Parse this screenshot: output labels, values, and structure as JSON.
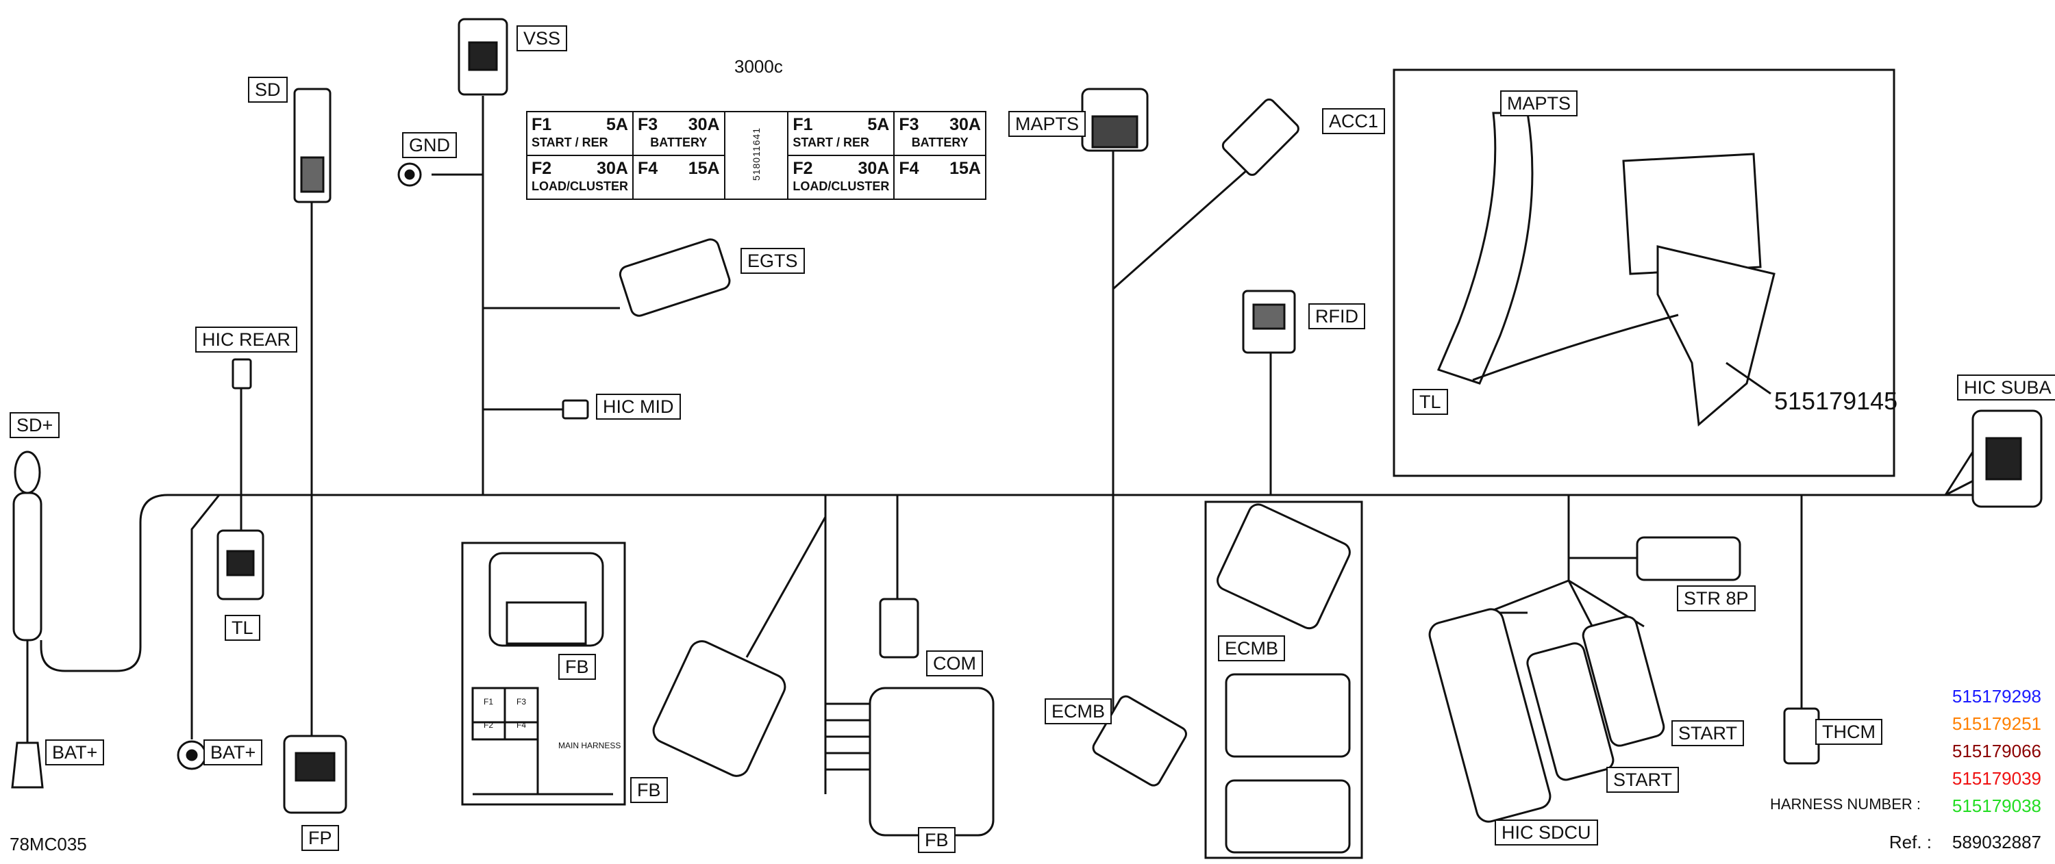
{
  "connectors": {
    "vss": "VSS",
    "sd": "SD",
    "gnd": "GND",
    "egts": "EGTS",
    "hic_mid": "HIC  MID",
    "hic_rear": "HIC  REAR",
    "sd_plus": "SD+",
    "tl": "TL",
    "bat_plus_left": "BAT+",
    "bat_plus_mid": "BAT+",
    "fp": "FP",
    "fb_inset": "FB",
    "fb_lower": "FB",
    "fb_box": "FB",
    "com": "COM",
    "mapts": "MAPTS",
    "acc1": "ACC1",
    "rfid": "RFID",
    "ecmb_left": "ECMB",
    "ecmb_box": "ECMB",
    "mapts_detail": "MAPTS",
    "tl_detail": "TL",
    "hic_suba": "HIC SUBA",
    "str_8p": "STR 8P",
    "start_upper": "START",
    "start_lower": "START",
    "hic_sdcu": "HIC  SDCU",
    "thcm": "THCM"
  },
  "fuse_box": {
    "title": "3000c",
    "part_number": "518011641",
    "panels": [
      {
        "cells": [
          {
            "id": "F1",
            "amps": "5A",
            "desc": "START / RER"
          },
          {
            "id": "F3",
            "amps": "30A",
            "desc": "BATTERY"
          },
          {
            "id": "F2",
            "amps": "30A",
            "desc": "LOAD/CLUSTER"
          },
          {
            "id": "F4",
            "amps": "15A",
            "desc": ""
          }
        ]
      },
      {
        "cells": [
          {
            "id": "F1",
            "amps": "5A",
            "desc": "START / RER"
          },
          {
            "id": "F3",
            "amps": "30A",
            "desc": "BATTERY"
          },
          {
            "id": "F2",
            "amps": "30A",
            "desc": "LOAD/CLUSTER"
          },
          {
            "id": "F4",
            "amps": "15A",
            "desc": ""
          }
        ]
      }
    ]
  },
  "fb_inset": {
    "fuses": [
      "F1",
      "F3",
      "F2",
      "F4"
    ],
    "harness_label": "MAIN HARNESS"
  },
  "detail_part_number": "515179145",
  "diagram_code": "78MC035",
  "harness_numbers": {
    "label": "HARNESS NUMBER :",
    "items": [
      {
        "number": "515179298",
        "color": "#1a1aff"
      },
      {
        "number": "515179251",
        "color": "#ff8000"
      },
      {
        "number": "515179066",
        "color": "#8b0000"
      },
      {
        "number": "515179039",
        "color": "#ee1111"
      },
      {
        "number": "515179038",
        "color": "#22dd22"
      }
    ]
  },
  "ref": {
    "label": "Ref. :",
    "value": "589032887"
  }
}
